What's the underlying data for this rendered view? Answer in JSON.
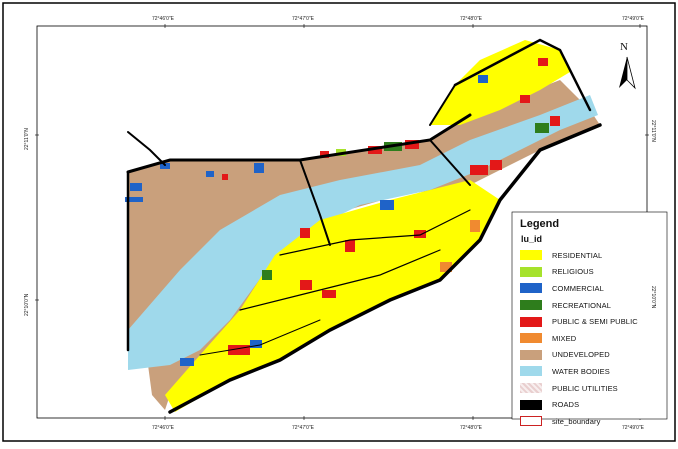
{
  "north_label": "N",
  "coords": {
    "top": [
      "72°46'0\"E",
      "72°47'0\"E",
      "72°48'0\"E",
      "72°49'0\"E"
    ],
    "bottom": [
      "72°46'0\"E",
      "72°47'0\"E",
      "72°48'0\"E",
      "72°49'0\"E"
    ],
    "left": [
      "22°11'0\"N",
      "22°10'0\"N"
    ],
    "right": [
      "22°11'0\"N",
      "22°10'0\"N"
    ]
  },
  "legend": {
    "title": "Legend",
    "subtitle": "lu_id",
    "items": [
      {
        "label": "RESIDENTIAL",
        "color": "#ffff00"
      },
      {
        "label": "RELIGIOUS",
        "color": "#a6e22c"
      },
      {
        "label": "COMMERCIAL",
        "color": "#1f63c8"
      },
      {
        "label": "RECREATIONAL",
        "color": "#2e7d1c"
      },
      {
        "label": "PUBLIC & SEMI PUBLIC",
        "color": "#e31818"
      },
      {
        "label": "MIXED",
        "color": "#f08a30"
      },
      {
        "label": "UNDEVELOPED",
        "color": "#c9a07c"
      },
      {
        "label": "WATER BODIES",
        "color": "#9fd9eb"
      },
      {
        "label": "PUBLIC UTILITIES",
        "color": "#e3c7c7"
      },
      {
        "label": "ROADS",
        "color": "#000000"
      },
      {
        "label": "site_boundary",
        "color": "#ffffff"
      }
    ]
  }
}
